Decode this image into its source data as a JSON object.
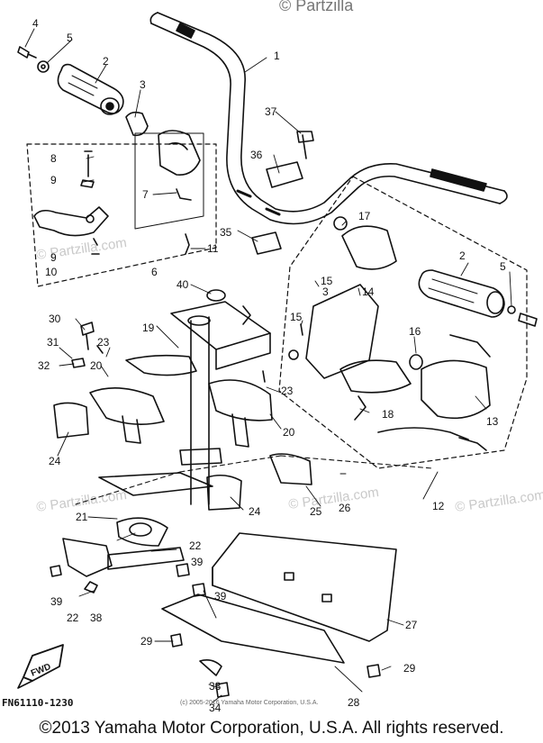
{
  "watermark_top": "© Partzilla",
  "watermarks": [
    "© Partzilla.com",
    "© Partzilla.com",
    "© Partzilla.com",
    "© Partzilla.com"
  ],
  "diagram_code": "FN61110-1230",
  "small_credit": "(c) 2005-2016 Yamaha Motor Corporation, U.S.A.",
  "footer_copyright": "©2013 Yamaha Motor Corporation, U.S.A. All rights reserved.",
  "fwd_arrow_label": "FWD",
  "part_numbers": {
    "p1": "1",
    "p2a": "2",
    "p2b": "2",
    "p3a": "3",
    "p3b": "3",
    "p4": "4",
    "p5a": "5",
    "p5b": "5",
    "p6": "6",
    "p7": "7",
    "p8": "8",
    "p9a": "9",
    "p9b": "9",
    "p10": "10",
    "p11": "11",
    "p12": "12",
    "p13": "13",
    "p14": "14",
    "p15a": "15",
    "p15b": "15",
    "p16": "16",
    "p17": "17",
    "p18": "18",
    "p19": "19",
    "p20a": "20",
    "p20b": "20",
    "p21": "21",
    "p22a": "22",
    "p22b": "22",
    "p23a": "23",
    "p23b": "23",
    "p24a": "24",
    "p24b": "24",
    "p25": "25",
    "p26": "26",
    "p27": "27",
    "p28": "28",
    "p29a": "29",
    "p29b": "29",
    "p30": "30",
    "p31": "31",
    "p32": "32",
    "p33": "33",
    "p34": "34",
    "p35": "35",
    "p36": "36",
    "p37": "37",
    "p38": "38",
    "p39a": "39",
    "p39b": "39",
    "p39c": "39",
    "p40": "40"
  }
}
